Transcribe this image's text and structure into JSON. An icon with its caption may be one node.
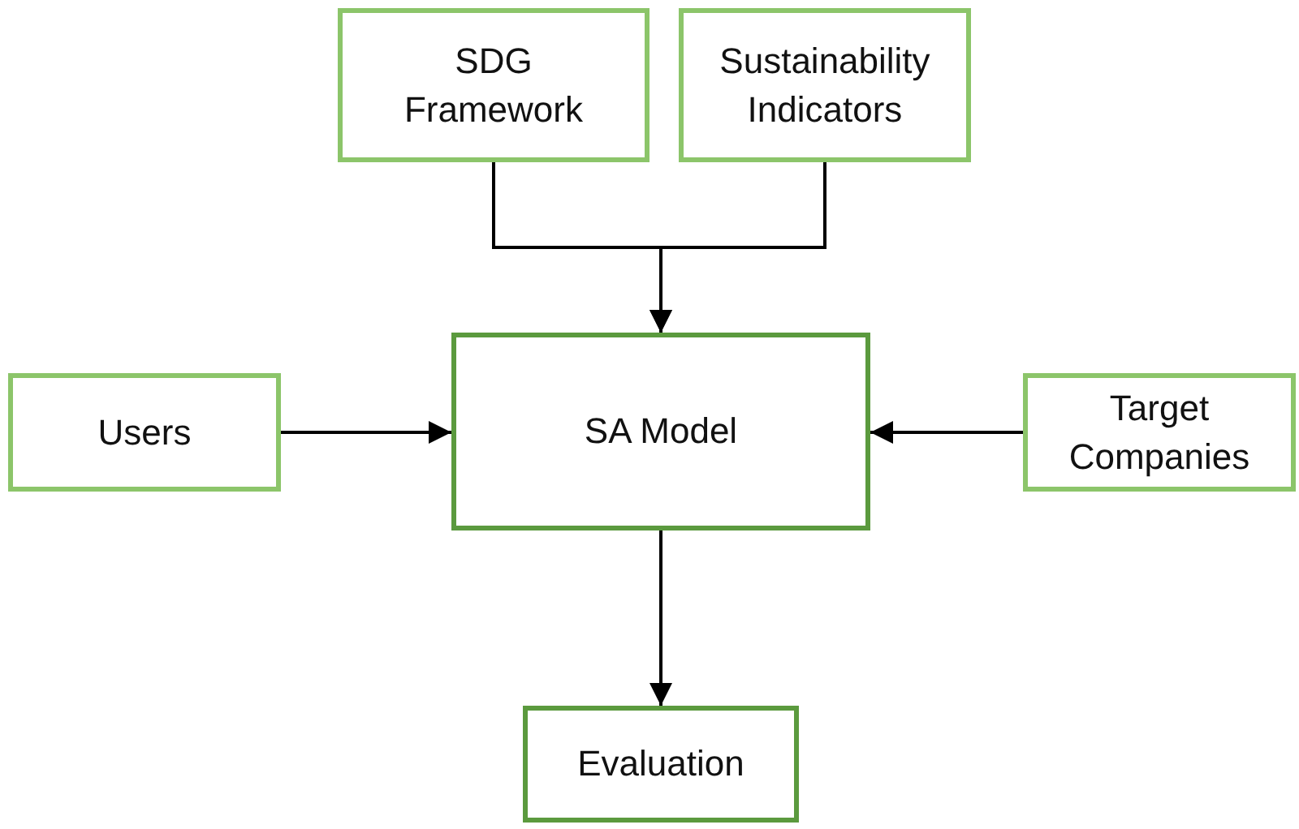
{
  "diagram": {
    "nodes": [
      {
        "text": [
          "SDG Framework"
        ]
      },
      {
        "text": [
          "Sustainability Indicators"
        ]
      },
      {
        "text": [
          "Users"
        ]
      },
      {
        "text": [
          "SA Model"
        ]
      },
      {
        "text": [
          "Target Companies"
        ]
      },
      {
        "text": [
          "Evaluation"
        ]
      }
    ],
    "edges": [
      {
        "from": 0,
        "to": 3,
        "arrow": "to"
      },
      {
        "from": 1,
        "to": 3,
        "arrow": "to"
      },
      {
        "from": 2,
        "to": 3,
        "arrow": "to"
      },
      {
        "from": 4,
        "to": 3,
        "arrow": "to"
      },
      {
        "from": 3,
        "to": 5,
        "arrow": "to"
      }
    ]
  }
}
